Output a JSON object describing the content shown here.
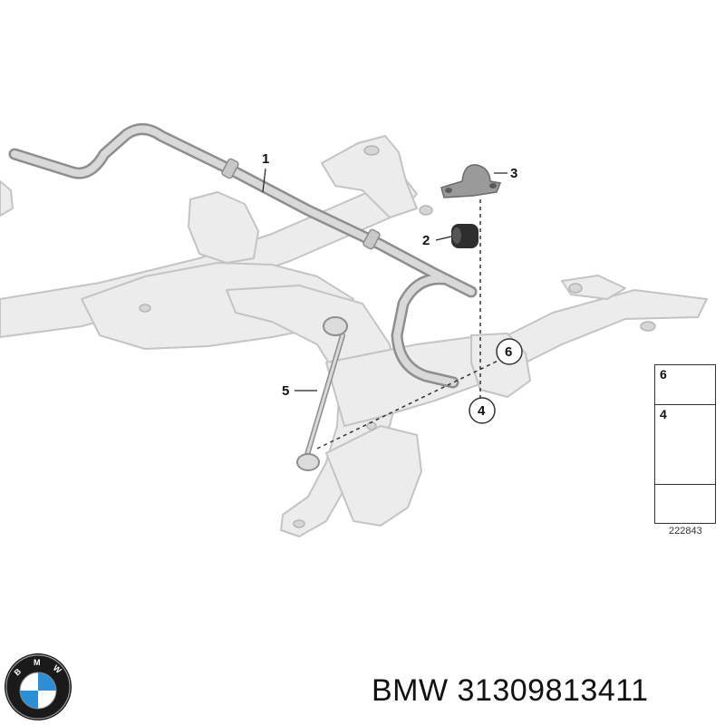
{
  "diagram": {
    "callouts": [
      "1",
      "2",
      "3",
      "4",
      "5",
      "6"
    ],
    "legend": {
      "items": [
        "6",
        "4"
      ],
      "reference_number": "222843"
    }
  },
  "caption": {
    "brand": "BMW",
    "part_number": "31309813411"
  },
  "colors": {
    "frame_fill": "#ececec",
    "frame_stroke": "#c4c4c4",
    "bar": "#b9b9b9",
    "bushing": "#2e2e2e",
    "text": "#111111"
  },
  "icons": [
    "bmw-logo-icon",
    "direction-arrow-icon",
    "flange-nut-icon",
    "bolt-icon"
  ]
}
